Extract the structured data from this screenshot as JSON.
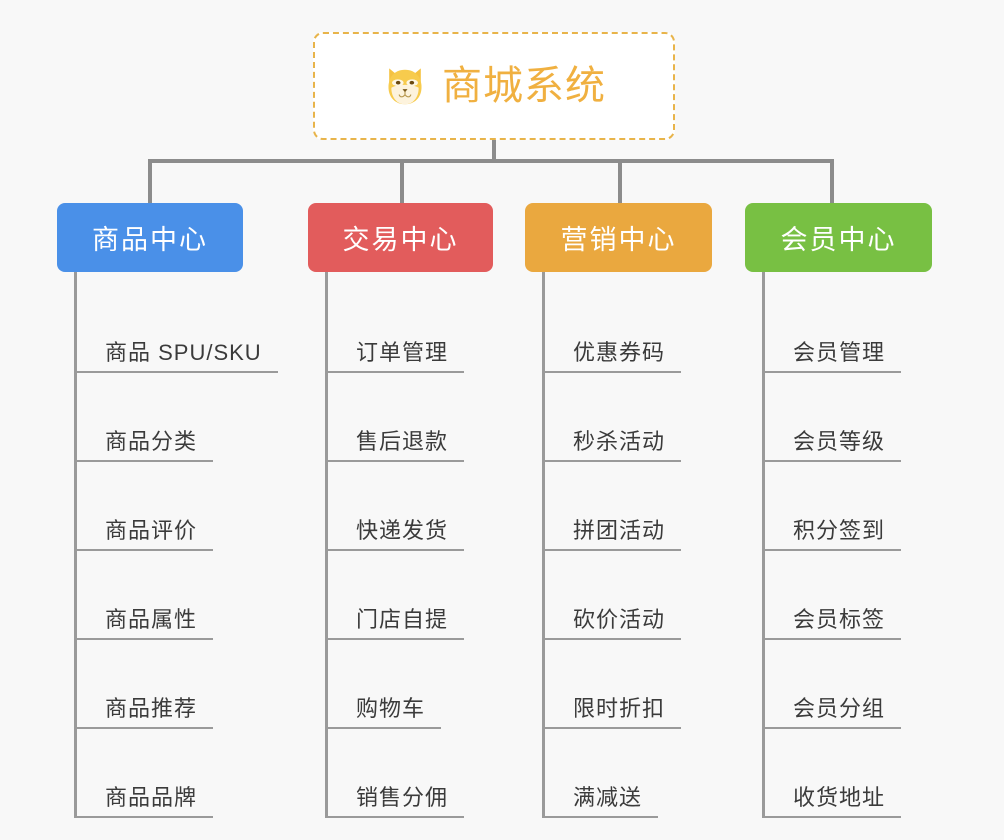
{
  "page": {
    "background_color": "#f8f8f8",
    "type": "mindmap"
  },
  "root": {
    "title": "商城系统",
    "icon": "shiba-dog-face-emoji",
    "text_color": "#f0b040",
    "border_color": "#e8b44a",
    "background_color": "#ffffff"
  },
  "connector": {
    "color": "#8c8c8c"
  },
  "columns": [
    {
      "id": "product-center",
      "title": "商品中心",
      "color": "#4a90e8",
      "items": [
        {
          "label": "商品 SPU/SKU"
        },
        {
          "label": "商品分类"
        },
        {
          "label": "商品评价"
        },
        {
          "label": "商品属性"
        },
        {
          "label": "商品推荐"
        },
        {
          "label": "商品品牌"
        }
      ]
    },
    {
      "id": "trade-center",
      "title": "交易中心",
      "color": "#e25c5c",
      "items": [
        {
          "label": "订单管理"
        },
        {
          "label": "售后退款"
        },
        {
          "label": "快递发货"
        },
        {
          "label": "门店自提"
        },
        {
          "label": "购物车"
        },
        {
          "label": "销售分佣"
        }
      ]
    },
    {
      "id": "marketing-center",
      "title": "营销中心",
      "color": "#eaa83f",
      "items": [
        {
          "label": "优惠券码"
        },
        {
          "label": "秒杀活动"
        },
        {
          "label": "拼团活动"
        },
        {
          "label": "砍价活动"
        },
        {
          "label": "限时折扣"
        },
        {
          "label": "满减送"
        }
      ]
    },
    {
      "id": "member-center",
      "title": "会员中心",
      "color": "#78c043",
      "items": [
        {
          "label": "会员管理"
        },
        {
          "label": "会员等级"
        },
        {
          "label": "积分签到"
        },
        {
          "label": "会员标签"
        },
        {
          "label": "会员分组"
        },
        {
          "label": "收货地址"
        }
      ]
    }
  ]
}
